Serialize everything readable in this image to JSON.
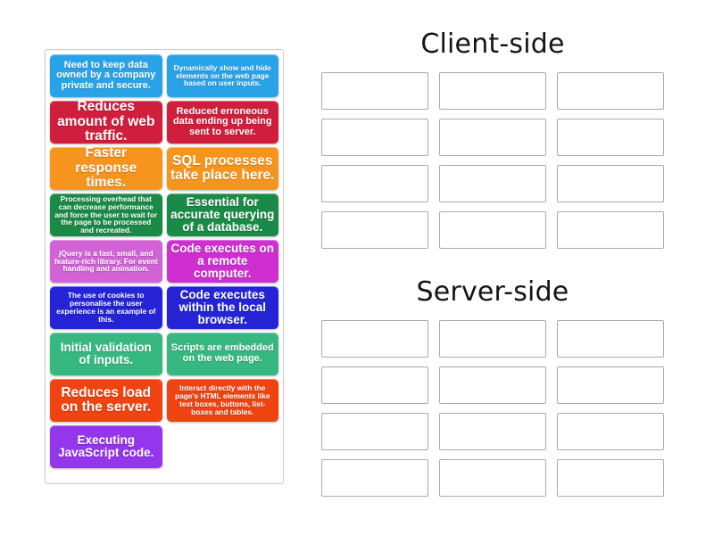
{
  "tiles": [
    {
      "text": "Need to keep data owned by a company private and secure.",
      "color": "#29a3e8",
      "size": "fs-sm"
    },
    {
      "text": "Dynamically show and hide elements on the web page based on user inputs.",
      "color": "#29a3e8",
      "size": "fs-xs"
    },
    {
      "text": "Reduces amount of web traffic.",
      "color": "#cf1f3c",
      "size": "fs-lg"
    },
    {
      "text": "Reduced erroneous data ending up being sent to server.",
      "color": "#cf1f3c",
      "size": "fs-sm"
    },
    {
      "text": "Faster response times.",
      "color": "#f7941e",
      "size": "fs-lg"
    },
    {
      "text": "SQL processes take place here.",
      "color": "#f7941e",
      "size": "fs-lg"
    },
    {
      "text": "Processing overhead that can decrease performance and force the user to wait for the page to be processed and recreated.",
      "color": "#1a8a47",
      "size": "fs-xs"
    },
    {
      "text": "Essential for accurate querying of a database.",
      "color": "#1a8a47",
      "size": "fs-md"
    },
    {
      "text": "jQuery is a fast, small, and feature-rich library. For event handling and animation.",
      "color": "#d163d6",
      "size": "fs-xs"
    },
    {
      "text": "Code executes on a remote computer.",
      "color": "#cf2fd0",
      "size": "fs-md"
    },
    {
      "text": "The use of cookies to personalise the user experience is an example of this.",
      "color": "#2424d6",
      "size": "fs-xs"
    },
    {
      "text": "Code executes within the local browser.",
      "color": "#2424d6",
      "size": "fs-md"
    },
    {
      "text": "Initial validation of inputs.",
      "color": "#37b881",
      "size": "fs-md"
    },
    {
      "text": "Scripts are embedded on the web page.",
      "color": "#37b881",
      "size": "fs-sm"
    },
    {
      "text": "Reduces load on the server.",
      "color": "#ef4311",
      "size": "fs-lg"
    },
    {
      "text": "Interact directly with the page's HTML elements like text boxes, buttons, list-boxes and tables.",
      "color": "#ef4311",
      "size": "fs-xs"
    },
    {
      "text": "Executing JavaScript code.",
      "color": "#9436eb",
      "size": "fs-md"
    }
  ],
  "zones": [
    {
      "title": "Client-side",
      "slots": 12
    },
    {
      "title": "Server-side",
      "slots": 12
    }
  ]
}
